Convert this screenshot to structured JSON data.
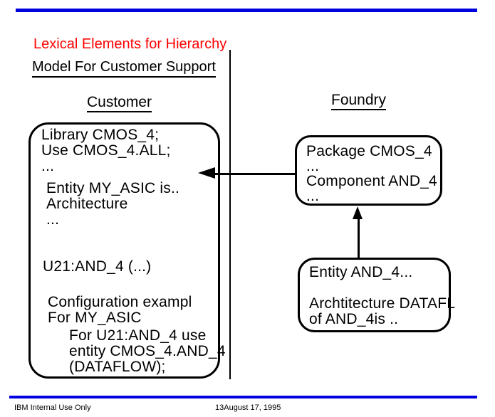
{
  "slide": {
    "title": "Lexical Elements for Hierarchy",
    "subtitle": "Model For Customer Support"
  },
  "columns": {
    "customer_heading": "Customer",
    "foundry_heading": "Foundry"
  },
  "customer_box": {
    "lines": [
      "Library CMOS_4;",
      "Use CMOS_4.ALL;",
      "...",
      "Entity MY_ASIC is..",
      "Architecture",
      "...",
      "U21:AND_4 (...)",
      "Configuration exampl",
      "For MY_ASIC",
      "For U21:AND_4 use",
      "entity CMOS_4.AND_4",
      "(DATAFLOW);"
    ]
  },
  "package_box": {
    "lines": [
      "Package CMOS_4",
      "...",
      "Component AND_4",
      "..."
    ]
  },
  "entity_box": {
    "lines": [
      "Entity AND_4...",
      "Archtitecture DATAFL",
      "of AND_4is .."
    ]
  },
  "footer": {
    "classification": "IBM Internal Use Only",
    "date": "13August 17, 1995"
  },
  "colors": {
    "title_red": "#ff0000",
    "rule_blue": "#0000e0",
    "text_black": "#000000"
  }
}
